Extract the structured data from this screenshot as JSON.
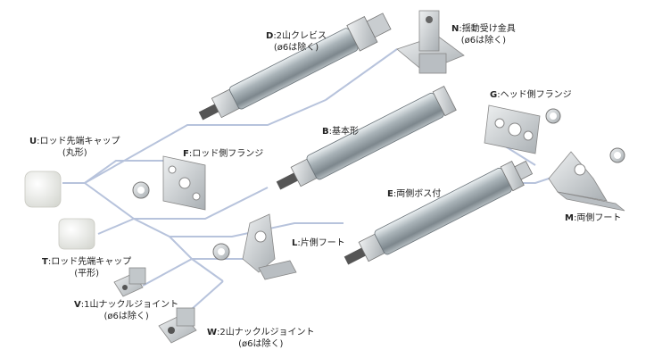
{
  "labels": {
    "D": {
      "code": "D",
      "text": ":2山クレビス",
      "sub": "(ø6は除く)"
    },
    "N": {
      "code": "N",
      "text": ":揺動受け金具",
      "sub": "(ø6は除く)"
    },
    "G": {
      "code": "G",
      "text": ":ヘッド側フランジ"
    },
    "U": {
      "code": "U",
      "text": ":ロッド先端キャップ",
      "sub": "(丸形)"
    },
    "F": {
      "code": "F",
      "text": ":ロッド側フランジ"
    },
    "B": {
      "code": "B",
      "text": ":基本形"
    },
    "E": {
      "code": "E",
      "text": ":両側ボス付"
    },
    "M": {
      "code": "M",
      "text": ":両側フート"
    },
    "L": {
      "code": "L",
      "text": ":片側フート"
    },
    "T": {
      "code": "T",
      "text": ":ロッド先端キャップ",
      "sub": "(平形)"
    },
    "V": {
      "code": "V",
      "text": ":1山ナックルジョイント",
      "sub": "(ø6は除く)"
    },
    "W": {
      "code": "W",
      "text": ":2山ナックルジョイント",
      "sub": "(ø6は除く)"
    }
  },
  "colors": {
    "connector": "#b7c3dc",
    "cylinder": "#9aa6ad",
    "metal": "#c9cdd0",
    "cap": "#f2f2ee"
  }
}
